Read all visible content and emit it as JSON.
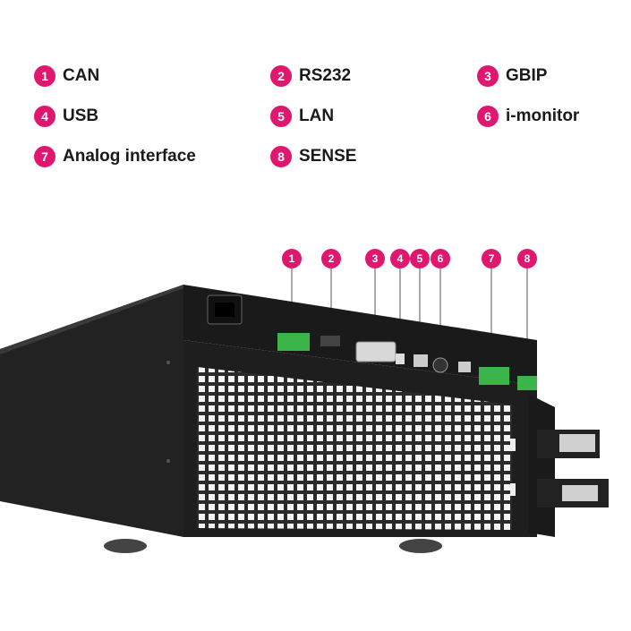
{
  "legend": [
    {
      "num": "1",
      "label": "CAN"
    },
    {
      "num": "2",
      "label": "RS232"
    },
    {
      "num": "3",
      "label": "GBIP"
    },
    {
      "num": "4",
      "label": "USB"
    },
    {
      "num": "5",
      "label": "LAN"
    },
    {
      "num": "6",
      "label": "i-monitor"
    },
    {
      "num": "7",
      "label": "Analog interface"
    },
    {
      "num": "8",
      "label": "SENSE"
    }
  ],
  "callouts": [
    "1",
    "2",
    "3",
    "4",
    "5",
    "6",
    "7",
    "8"
  ],
  "colors": {
    "accent": "#e0176f",
    "chassis": "#1c1c1c",
    "connector_green": "#3bb54a"
  }
}
